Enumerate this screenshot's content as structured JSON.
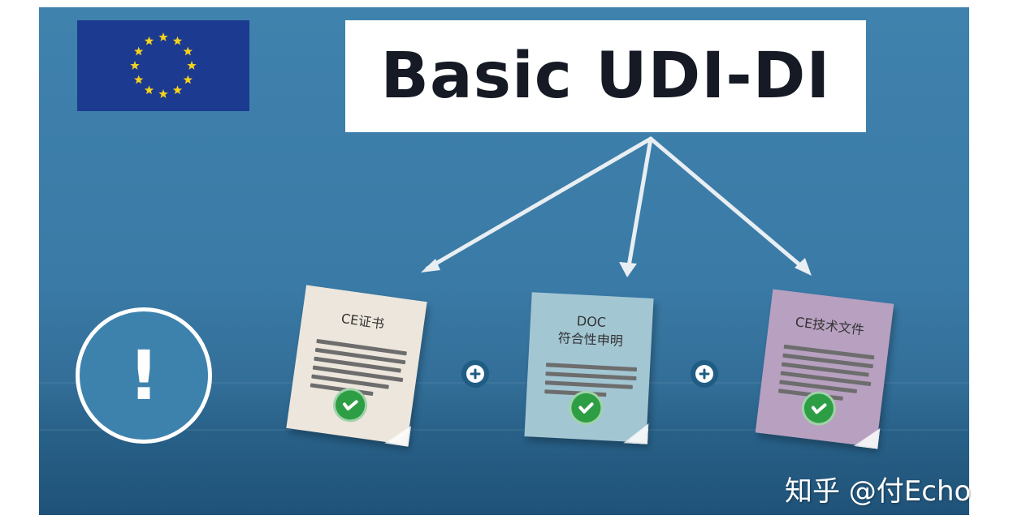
{
  "title": "Basic UDI-DI",
  "warning_symbol": "!",
  "documents": [
    {
      "title_line1": "CE证书",
      "title_line2": "",
      "color": "#ede6dc"
    },
    {
      "title_line1": "DOC",
      "title_line2": "符合性申明",
      "color": "#a3c6d3"
    },
    {
      "title_line1": "CE技术文件",
      "title_line2": "",
      "color": "#b7a0c0"
    }
  ],
  "icons": {
    "flag": "eu-flag-icon",
    "warning": "exclamation-icon",
    "check": "check-icon",
    "plus": "plus-icon"
  },
  "colors": {
    "background": "#3f82ad",
    "flag_blue": "#1c3a8f",
    "star_yellow": "#f4d21e",
    "check_green": "#2e9e44"
  },
  "watermark": "知乎 @付Echo"
}
